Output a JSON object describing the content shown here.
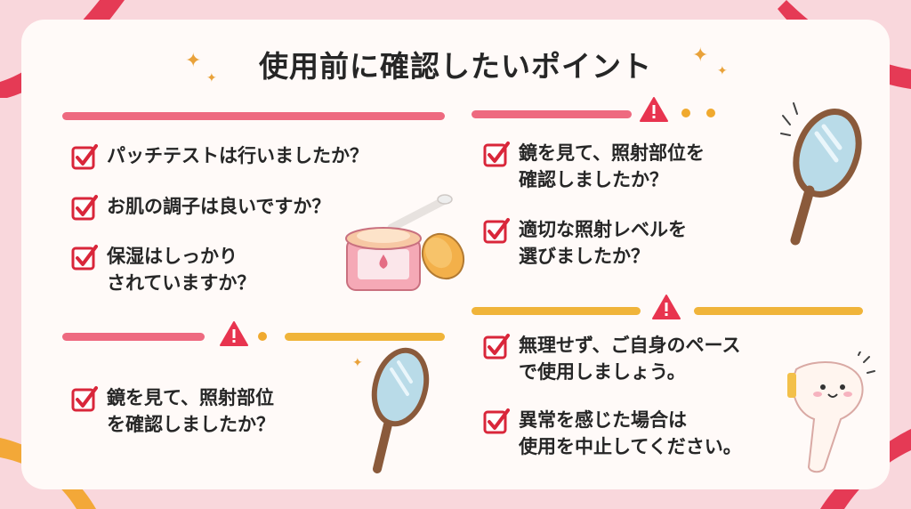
{
  "title": "使用前に確認したいポイント",
  "left_checks": [
    {
      "text": "パッチテストは行いましたか？"
    },
    {
      "text": "お肌の調子は良いですか？"
    },
    {
      "text": "保湿はしっかり\nされていますか？"
    }
  ],
  "left_lower_checks": [
    {
      "text": "鏡を見て、照射部位\nを確認しましたか？"
    }
  ],
  "right_checks": [
    {
      "text": "鏡を見て、照射部位を\n確認しましたか？"
    },
    {
      "text": "適切な照射レベルを\n選びましたか？"
    }
  ],
  "right_lower_checks": [
    {
      "text": "無理せず、ご自身のペース\nで使用しましょう。"
    },
    {
      "text": "異常を感じた場合は\n使用を中止してください。"
    }
  ],
  "colors": {
    "accent_pink": "#e9536b",
    "accent_orange": "#f0a92e",
    "check_red": "#d9263a",
    "background": "#f9d7dc"
  },
  "icons": [
    "check-box-icon",
    "warning-icon",
    "sparkle-icon",
    "hand-mirror-icon",
    "cream-jar-icon",
    "spatula-icon",
    "ipl-device-icon"
  ]
}
